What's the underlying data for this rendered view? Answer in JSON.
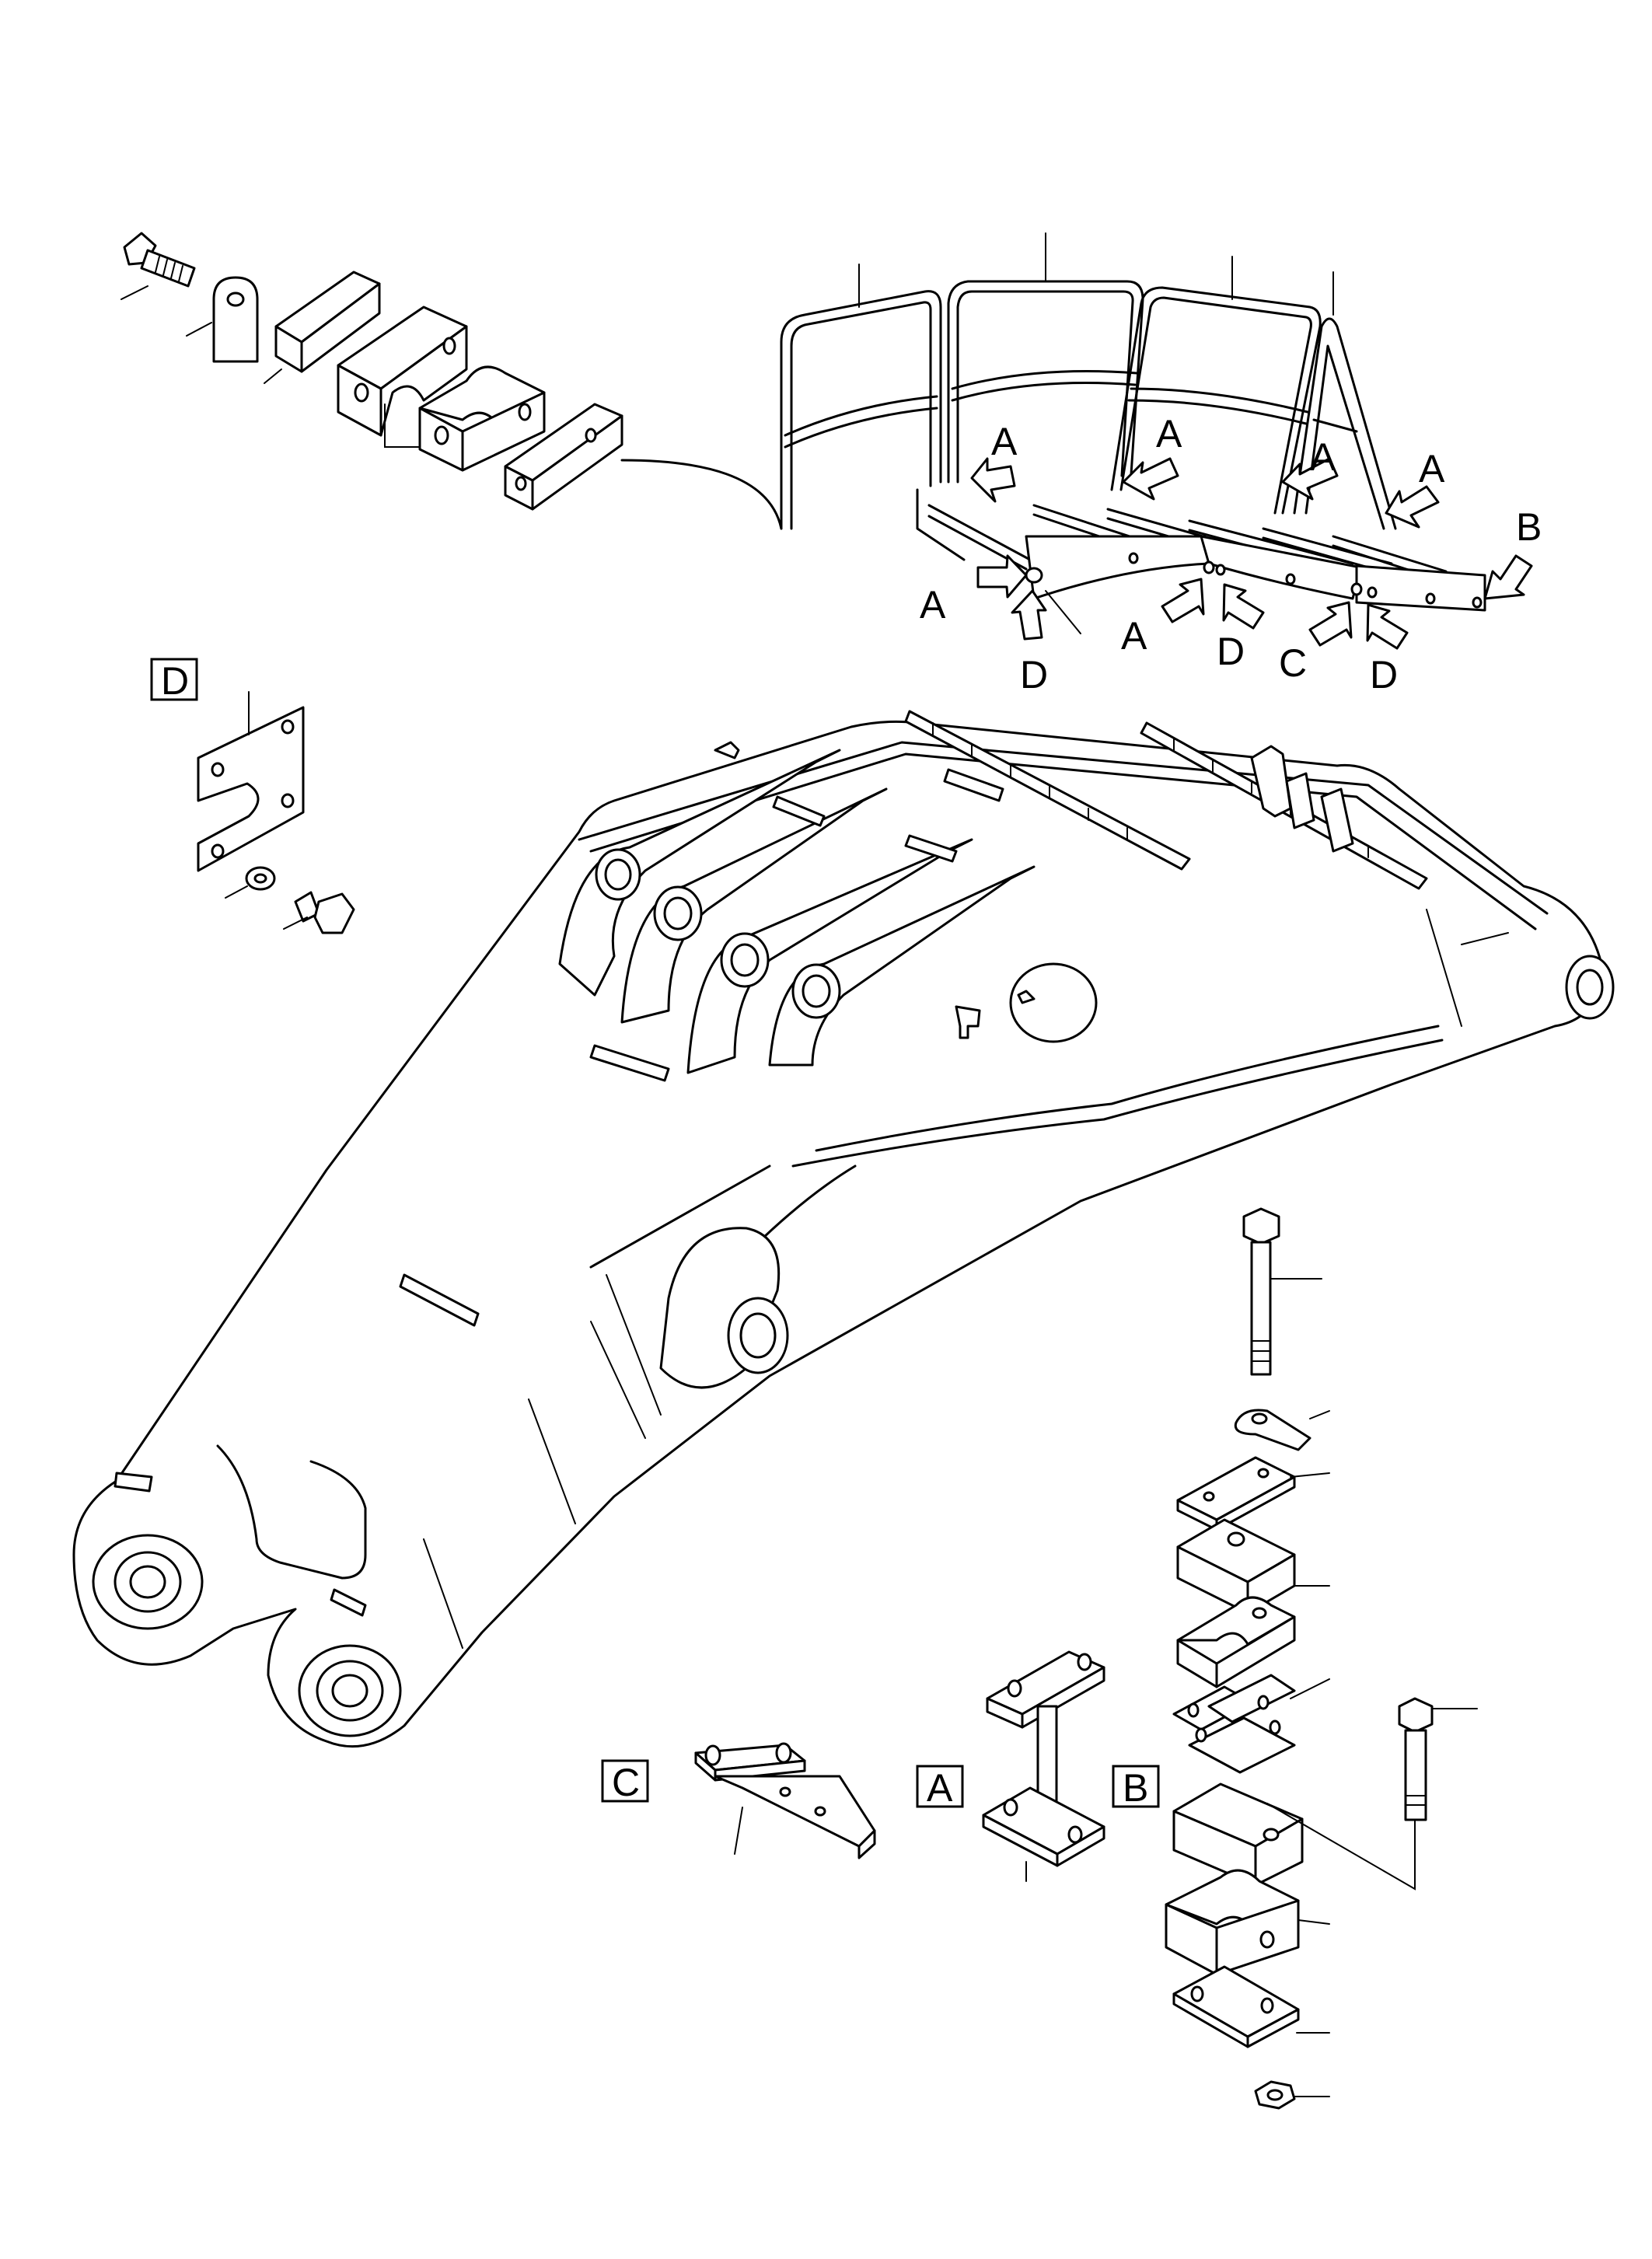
{
  "callouts": {
    "detail_labels": [
      "A",
      "A",
      "A",
      "A",
      "A",
      "A",
      "B",
      "D",
      "D",
      "C",
      "D"
    ],
    "section_labels": [
      "D",
      "C",
      "A",
      "B"
    ]
  }
}
